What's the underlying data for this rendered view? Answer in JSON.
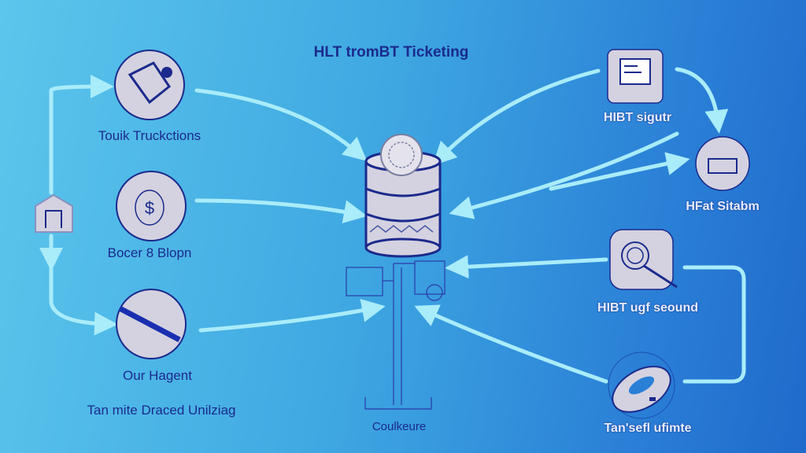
{
  "title": "HLT tromBT Ticketing",
  "left_nodes": [
    {
      "label": "Touik Truckctions",
      "icon": "hand-wallet-icon"
    },
    {
      "label": "Bocer 8 Blopn",
      "icon": "dollar-bag-icon"
    },
    {
      "label": "Our Hagent",
      "icon": "slash-disc-icon"
    }
  ],
  "left_footer": "Tan mite Draced Unilziag",
  "center": {
    "label": "Coulkeure",
    "icon": "database-icon"
  },
  "right_nodes": [
    {
      "label": "HIBT sigutr",
      "icon": "monitor-icon"
    },
    {
      "label": "HFat Sitabm",
      "icon": "storage-drum-icon"
    },
    {
      "label": "HIBT ugf seound",
      "icon": "magnifier-icon"
    },
    {
      "label": "Tan'sefl ufimte",
      "icon": "ring-device-icon"
    }
  ],
  "colors": {
    "arrow": "#a9ecfa",
    "ink": "#1b2a8c",
    "node": "#d4d2e0"
  }
}
